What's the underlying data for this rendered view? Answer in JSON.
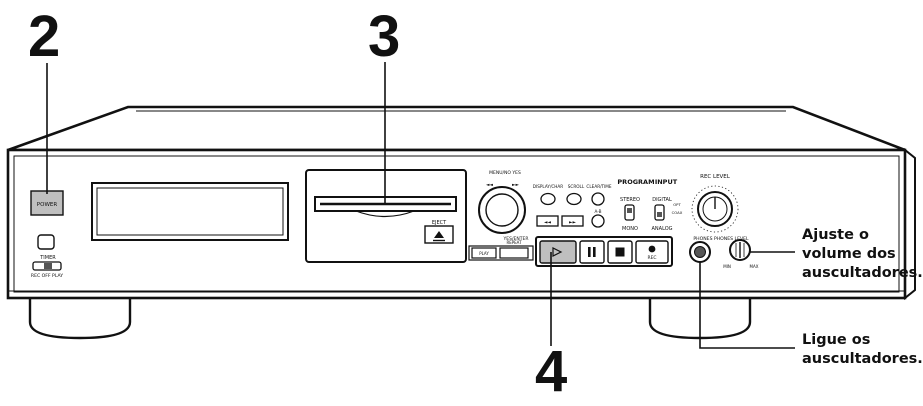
{
  "steps": {
    "power_step": "2",
    "disc_slot_step": "3",
    "play_step": "4"
  },
  "callouts": {
    "headphone_level": [
      "Ajuste o",
      "volume dos",
      "auscultadores."
    ],
    "headphone_jack": [
      "Ligue os",
      "auscultadores."
    ]
  },
  "device_labels": {
    "power": "POWER",
    "timer": "TIMER",
    "timer_modes": "REC  OFF  PLAY",
    "eject": "EJECT",
    "program_mode": "PROGRAM",
    "stereo": "STEREO",
    "mono": "MONO",
    "input": "INPUT",
    "digital": "DIGITAL",
    "analog": "ANALOG",
    "rec_level": "REC LEVEL",
    "phones_level": "PHONES  PHONES LEVEL",
    "min": "MIN",
    "max": "MAX",
    "rec_button": "REC"
  },
  "colors": {
    "ink": "#111111",
    "panel": "#f4f4f4",
    "button_gray": "#bfbfbf",
    "dark_gray": "#555555"
  }
}
